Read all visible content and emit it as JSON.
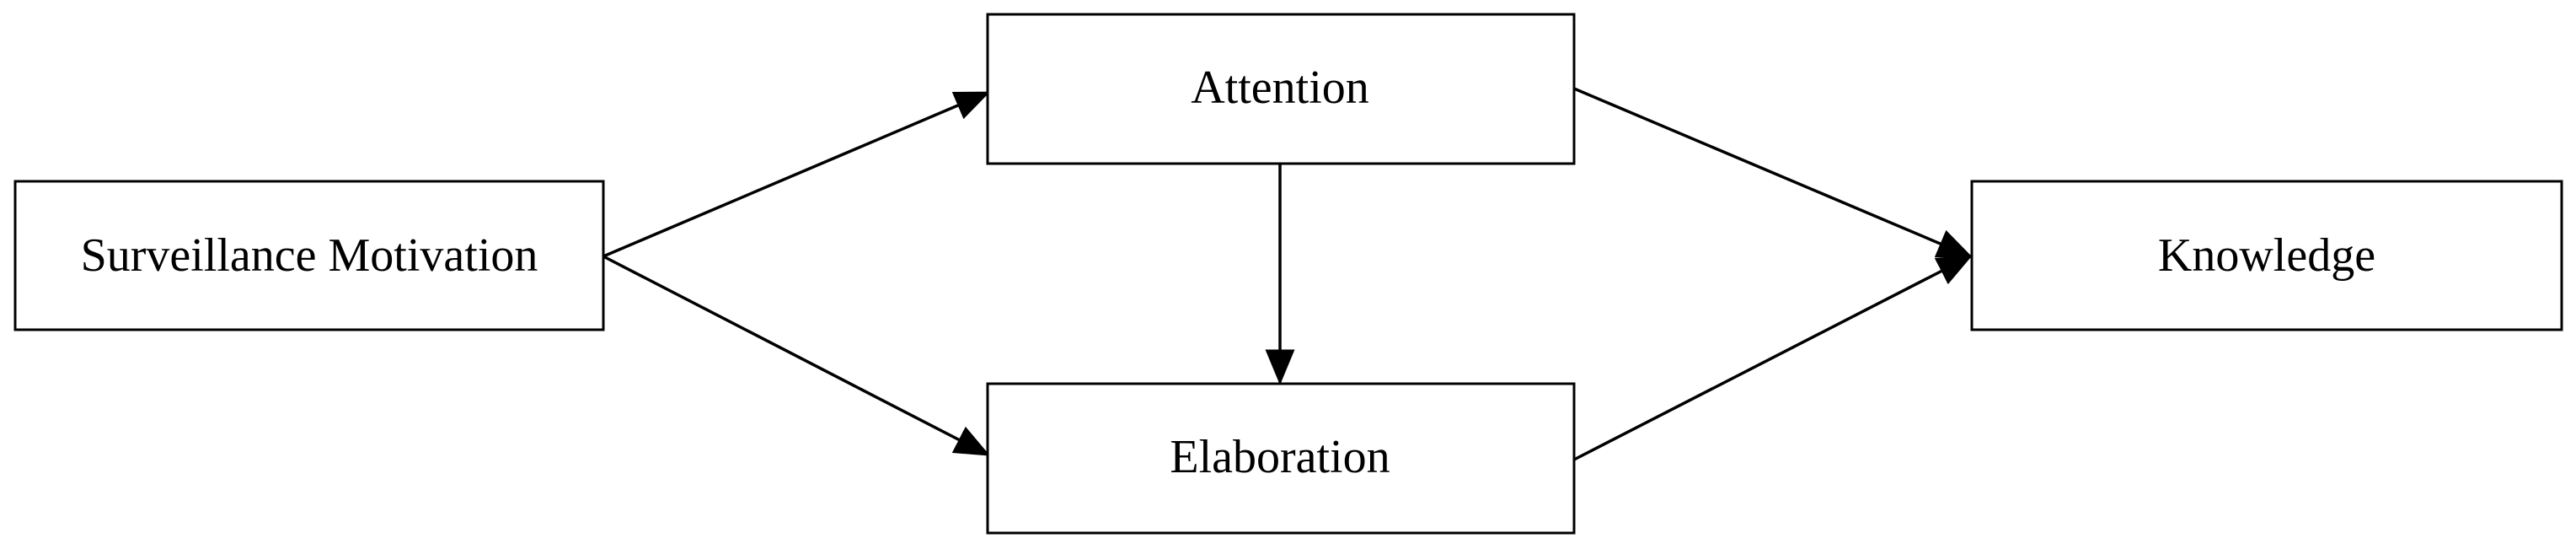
{
  "diagram": {
    "nodes": {
      "surveillance": {
        "label": "Surveillance Motivation"
      },
      "attention": {
        "label": "Attention"
      },
      "elaboration": {
        "label": "Elaboration"
      },
      "knowledge": {
        "label": "Knowledge"
      }
    },
    "edges": [
      {
        "from": "surveillance",
        "to": "attention"
      },
      {
        "from": "surveillance",
        "to": "elaboration"
      },
      {
        "from": "attention",
        "to": "elaboration"
      },
      {
        "from": "attention",
        "to": "knowledge"
      },
      {
        "from": "elaboration",
        "to": "knowledge"
      }
    ],
    "colors": {
      "stroke": "#000000",
      "background": "#ffffff"
    }
  }
}
